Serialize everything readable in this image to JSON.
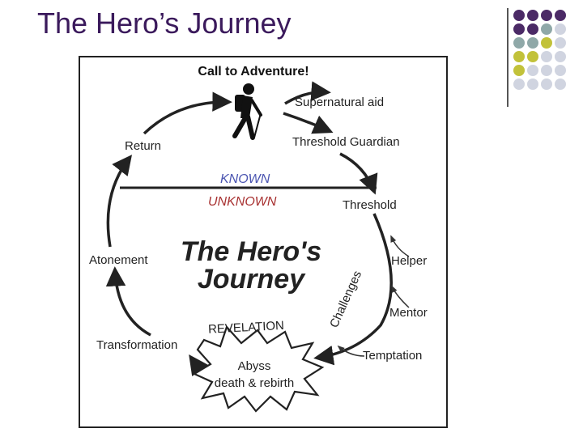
{
  "title": "The Hero’s Journey",
  "palette": {
    "rows": [
      [
        "#4b2a66",
        "#4b2a66",
        "#4b2a66",
        "#4b2a66"
      ],
      [
        "#4b2a66",
        "#4b2a66",
        "#8fa8a8",
        "#d0d4e0"
      ],
      [
        "#8fa8a8",
        "#8fa8a8",
        "#c2c23a",
        "#d0d4e0"
      ],
      [
        "#c2c23a",
        "#c2c23a",
        "#d0d4e0",
        "#d0d4e0"
      ],
      [
        "#c2c23a",
        "#d0d4e0",
        "#d0d4e0",
        "#d0d4e0"
      ],
      [
        "#d0d4e0",
        "#d0d4e0",
        "#d0d4e0",
        "#d0d4e0"
      ]
    ]
  },
  "diagram": {
    "call_to_adventure": "Call to Adventure!",
    "supernatural_aid": "Supernatural aid",
    "threshold_guardian": "Threshold Guardian",
    "return": "Return",
    "known": "KNOWN",
    "unknown": "UNKNOWN",
    "threshold": "Threshold",
    "center_title_line1": "The Hero's",
    "center_title_line2": "Journey",
    "atonement": "Atonement",
    "helper": "Helper",
    "challenges": "Challenges",
    "mentor": "Mentor",
    "revelation": "REVELATION",
    "transformation": "Transformation",
    "temptation": "Temptation",
    "abyss_line1": "Abyss",
    "abyss_line2": "death & rebirth",
    "known_color": "#4a54b0",
    "unknown_color": "#a83232",
    "hiker_icon": "hiker-icon"
  }
}
